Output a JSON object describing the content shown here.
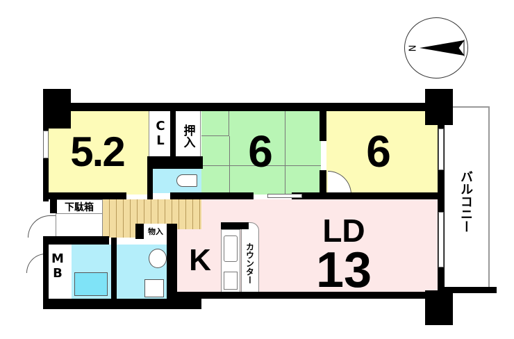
{
  "compass": {
    "label": "N"
  },
  "rooms": {
    "western_room_1": {
      "size": "5.2"
    },
    "closet": {
      "label": "CL"
    },
    "oshiire": {
      "label": "押入"
    },
    "japanese_room": {
      "size": "6"
    },
    "western_room_2": {
      "size": "6"
    },
    "shoe_cabinet": {
      "label": "下駄箱"
    },
    "storage": {
      "label": "物入"
    },
    "meter_box": {
      "label": "MB"
    },
    "kitchen": {
      "label": "K"
    },
    "counter": {
      "label": "カウンター"
    },
    "living_dining": {
      "label": "LD",
      "size": "13"
    },
    "balcony": {
      "label": "バルコニー"
    }
  },
  "colors": {
    "western": "#fdfbb8",
    "tatami": "#b9f5b5",
    "ldk": "#fde8e8",
    "wet": "#b4eefa",
    "floor": "#f2dca0"
  }
}
